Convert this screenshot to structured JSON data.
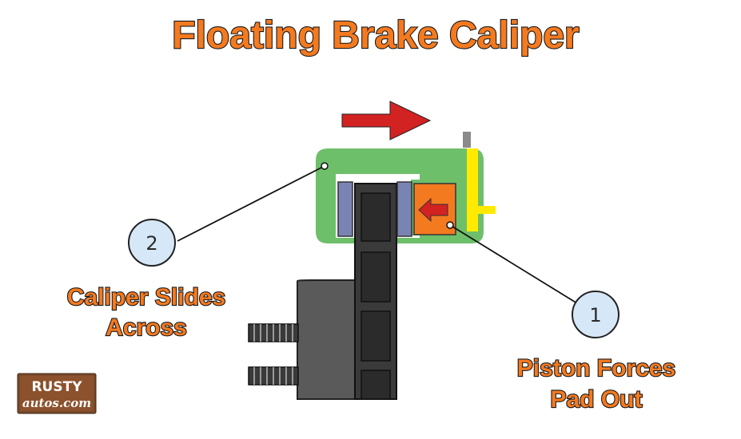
{
  "title": "Floating Brake Caliper",
  "callouts": [
    {
      "number": "2",
      "label_lines": [
        "Caliper Slides",
        "Across"
      ]
    },
    {
      "number": "1",
      "label_lines": [
        "Piston Forces",
        "Pad Out"
      ]
    }
  ],
  "logo": {
    "line1": "RUSTY",
    "line2": "autos.com"
  },
  "colors": {
    "title_text": "#f47a20",
    "caliper_body": "#6ebf6a",
    "brake_pad": "#7a84b3",
    "piston": "#f47a20",
    "hydraulic_line": "#ffea00",
    "motion_arrow": "#d32222",
    "rotor": "#3a3a3a",
    "hub": "#5a5a5a",
    "callout_circle": "#d6e8f7"
  }
}
